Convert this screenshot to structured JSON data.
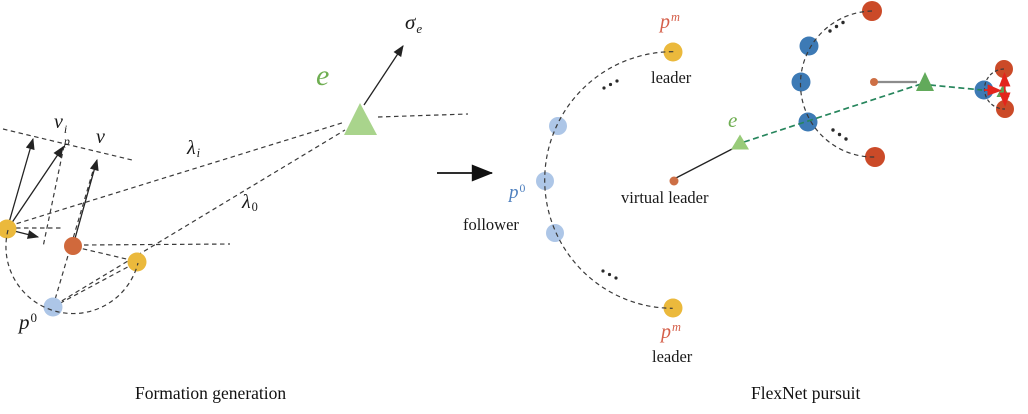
{
  "formation": {
    "caption": "Formation generation",
    "labels": {
      "v_p_i": {
        "base": "v",
        "sup": "i",
        "sub": "p"
      },
      "v": "v",
      "sigma_e": {
        "base": "σ",
        "sub": "e"
      },
      "evader": "e",
      "lambda_i": {
        "base": "λ",
        "sub": "i"
      },
      "lambda_0": {
        "base": "λ",
        "sub": "0"
      },
      "p_0": {
        "base": "p",
        "sup": "0"
      }
    }
  },
  "flexnet": {
    "caption": "FlexNet pursuit",
    "labels": {
      "p_m_top": {
        "base": "p",
        "sup": "m"
      },
      "leader_top": "leader",
      "p_0": {
        "base": "p",
        "sup": "0"
      },
      "follower": "follower",
      "virtual_leader": "virtual leader",
      "p_m_bottom": {
        "base": "p",
        "sup": "m"
      },
      "leader_bottom": "leader",
      "evader": "e"
    }
  },
  "colors": {
    "leader_yellow": "#ebb93c",
    "orange": "#d0693c",
    "virtual_leader_orange": "#cd6f45",
    "follower_light_blue": "#adc6e7",
    "pursuer_blue": "#3d7ab5",
    "target_red": "#cb4a28",
    "evader_green_light": "#a9d48c",
    "evader_green": "#98cb79",
    "pursuer_green": "#62aa5b",
    "capture_green": "#5aa556",
    "green_dash": "#26855c",
    "red_arrow": "#e3251c",
    "gray_line": "#8c8c8c",
    "label_red": "#d5604b",
    "label_blue": "#4d7fbe",
    "label_green": "#6fae52"
  }
}
